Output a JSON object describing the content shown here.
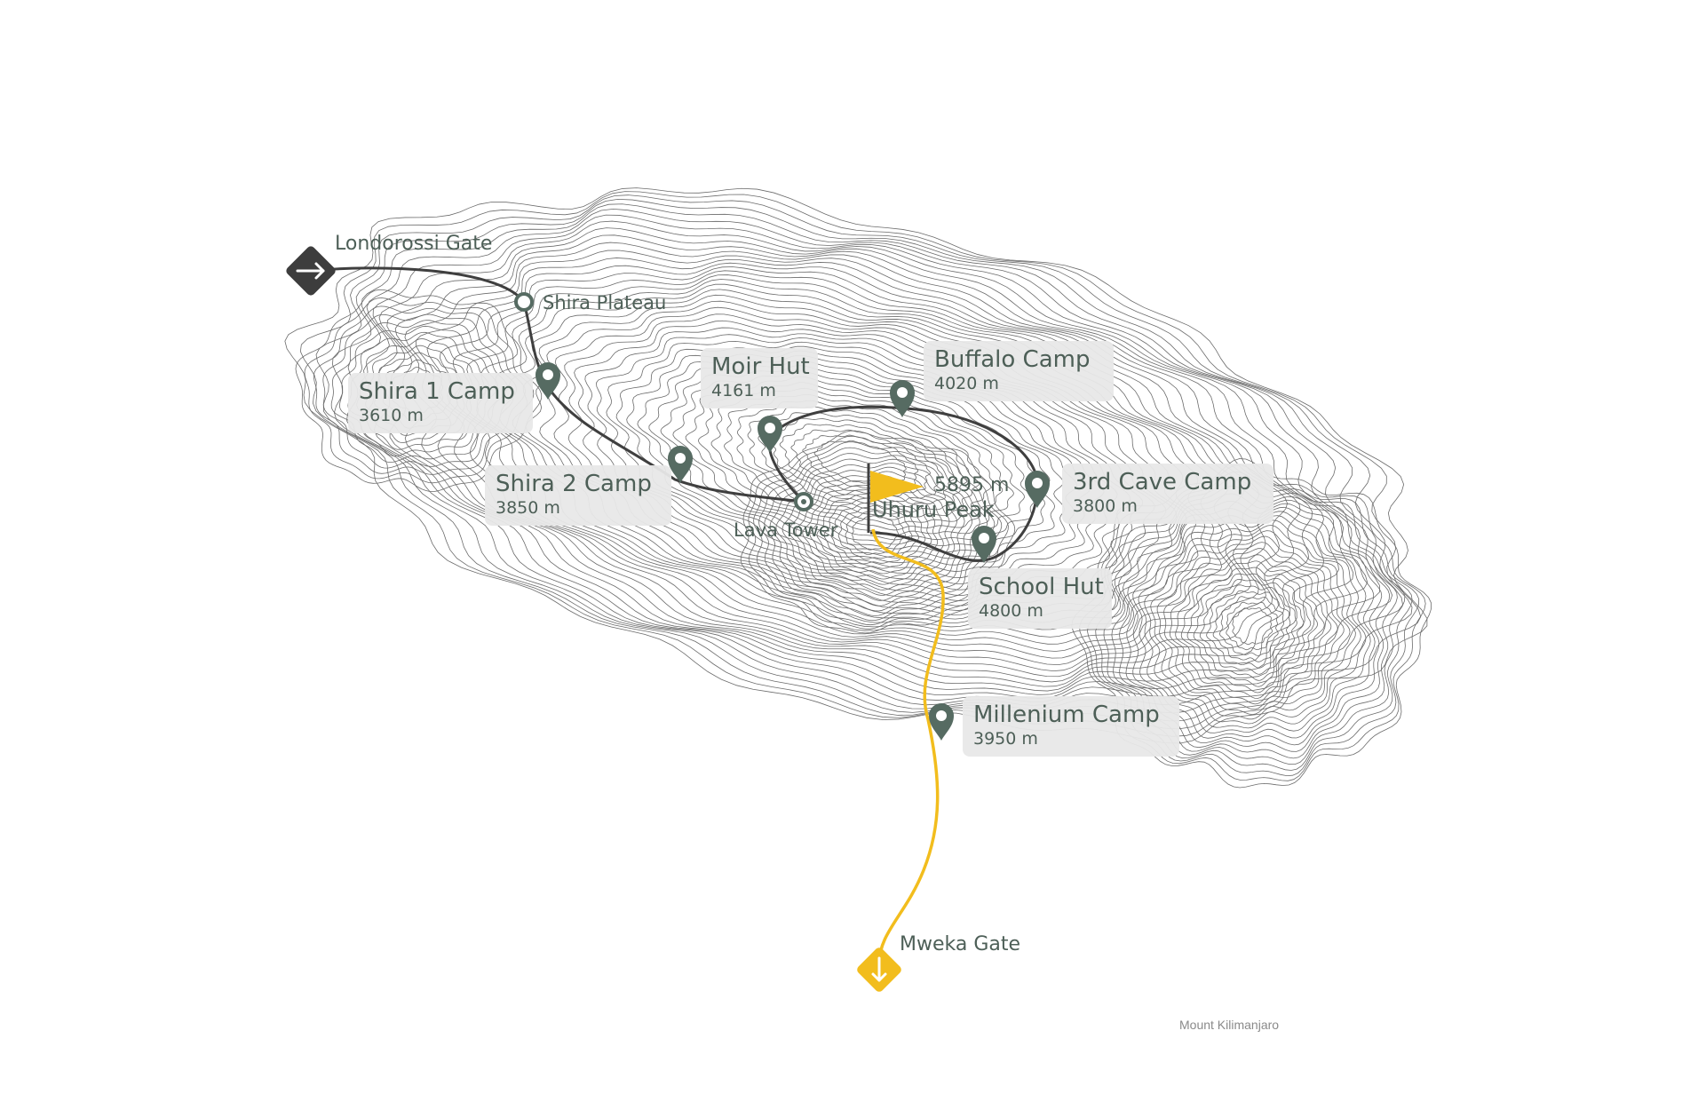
{
  "map": {
    "mountain": "Mount Kilimanjaro",
    "route_color": "#3f3f3f",
    "descent_color": "#f2bd1d",
    "marker_color": "#566b62",
    "label_bg": "#e8e8e8"
  },
  "start_gate": {
    "name": "Londorossi Gate",
    "icon": "arrow-right-icon"
  },
  "end_gate": {
    "name": "Mweka Gate",
    "icon": "arrow-down-icon"
  },
  "waypoints": {
    "shira_plateau": {
      "name": "Shira Plateau"
    },
    "shira_1": {
      "name": "Shira 1 Camp",
      "elevation": "3610 m"
    },
    "shira_2": {
      "name": "Shira 2 Camp",
      "elevation": "3850 m"
    },
    "lava_tower": {
      "name": "Lava Tower"
    },
    "moir_hut": {
      "name": "Moir Hut",
      "elevation": "4161 m"
    },
    "buffalo_camp": {
      "name": "Buffalo Camp",
      "elevation": "4020 m"
    },
    "third_cave": {
      "name": "3rd Cave Camp",
      "elevation": "3800 m"
    },
    "school_hut": {
      "name": "School Hut",
      "elevation": "4800 m"
    },
    "millenium": {
      "name": "Millenium Camp",
      "elevation": "3950 m"
    }
  },
  "summit": {
    "name": "Uhuru Peak",
    "elevation": "5895 m",
    "icon": "flag-icon"
  }
}
